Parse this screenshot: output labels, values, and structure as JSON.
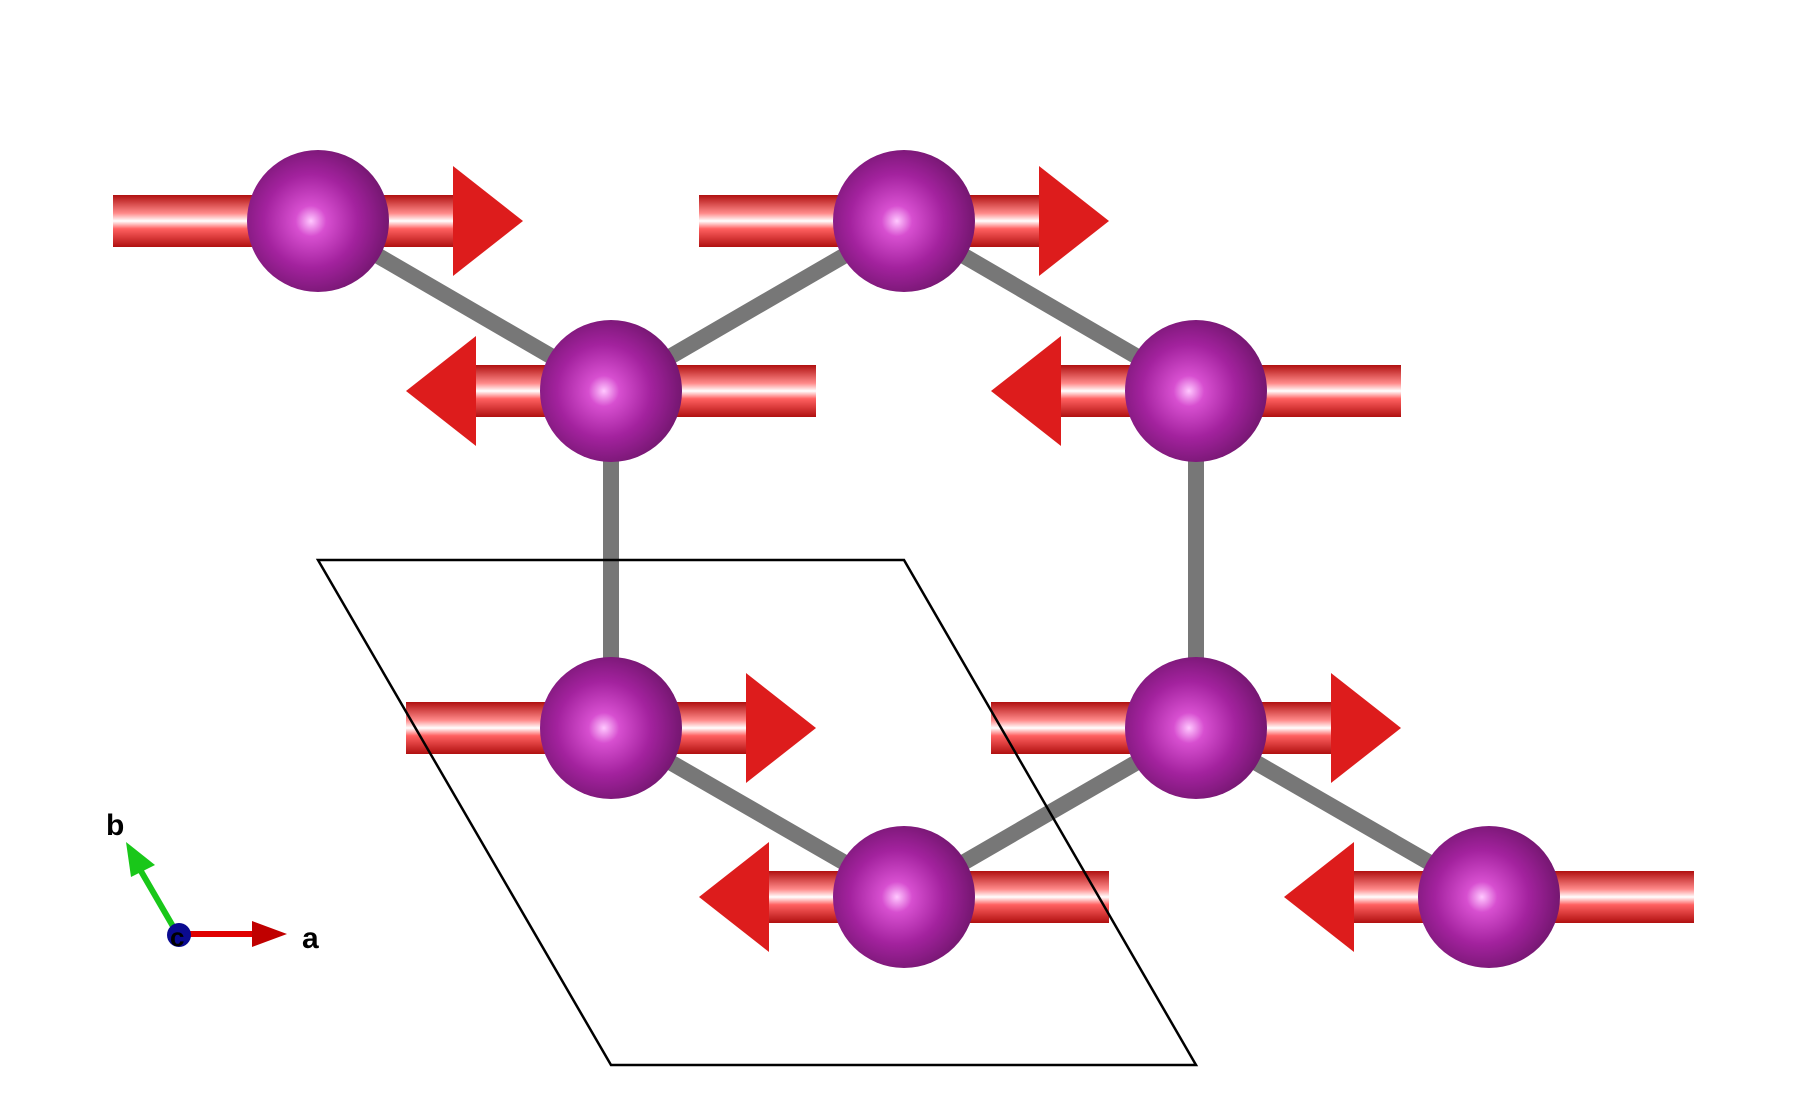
{
  "colors": {
    "atom": "#9b1f96",
    "atom_highlight": "#ffb8ff",
    "bond": "#777777",
    "spin_arrow": "#dd1c1c",
    "cell": "#000000",
    "axis_a": "#e00000",
    "axis_b": "#19c719",
    "axis_c": "#0a0a90"
  },
  "axes": {
    "a": "a",
    "b": "b",
    "c": "c"
  },
  "spins": [
    "+a",
    "+a",
    "-a",
    "-a",
    "+a",
    "+a",
    "-a",
    "-a"
  ]
}
